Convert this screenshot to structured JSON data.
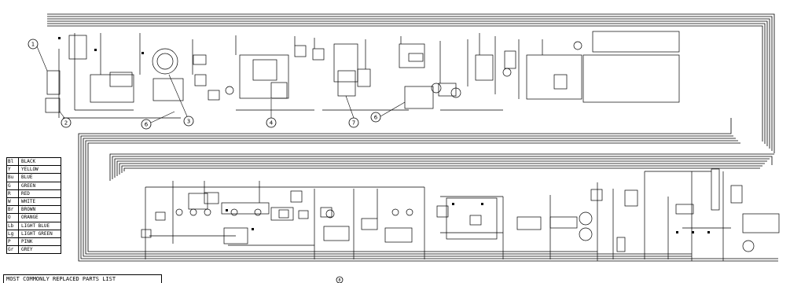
{
  "callouts": [
    {
      "label": "1"
    },
    {
      "label": "2"
    },
    {
      "label": "3"
    },
    {
      "label": "4"
    },
    {
      "label": "7"
    },
    {
      "label": "6"
    },
    {
      "label": "6"
    },
    {
      "label": "8"
    }
  ],
  "wire_color_legend": [
    {
      "code": "Bl",
      "name": "BLACK"
    },
    {
      "code": "Y",
      "name": "YELLOW"
    },
    {
      "code": "Bu",
      "name": "BLUE"
    },
    {
      "code": "G",
      "name": "GREEN"
    },
    {
      "code": "R",
      "name": "RED"
    },
    {
      "code": "W",
      "name": "WHITE"
    },
    {
      "code": "Br",
      "name": "BROWN"
    },
    {
      "code": "O",
      "name": "ORANGE"
    },
    {
      "code": "Lb",
      "name": "LIGHT BLUE"
    },
    {
      "code": "Lg",
      "name": "LIGHT GREEN"
    },
    {
      "code": "P",
      "name": "PINK"
    },
    {
      "code": "Gr",
      "name": "GREY"
    }
  ],
  "parts_list": {
    "title": "MOST COMMONLY REPLACED PARTS LIST"
  },
  "colors": {
    "ink": "#000000",
    "paper": "#ffffff"
  }
}
